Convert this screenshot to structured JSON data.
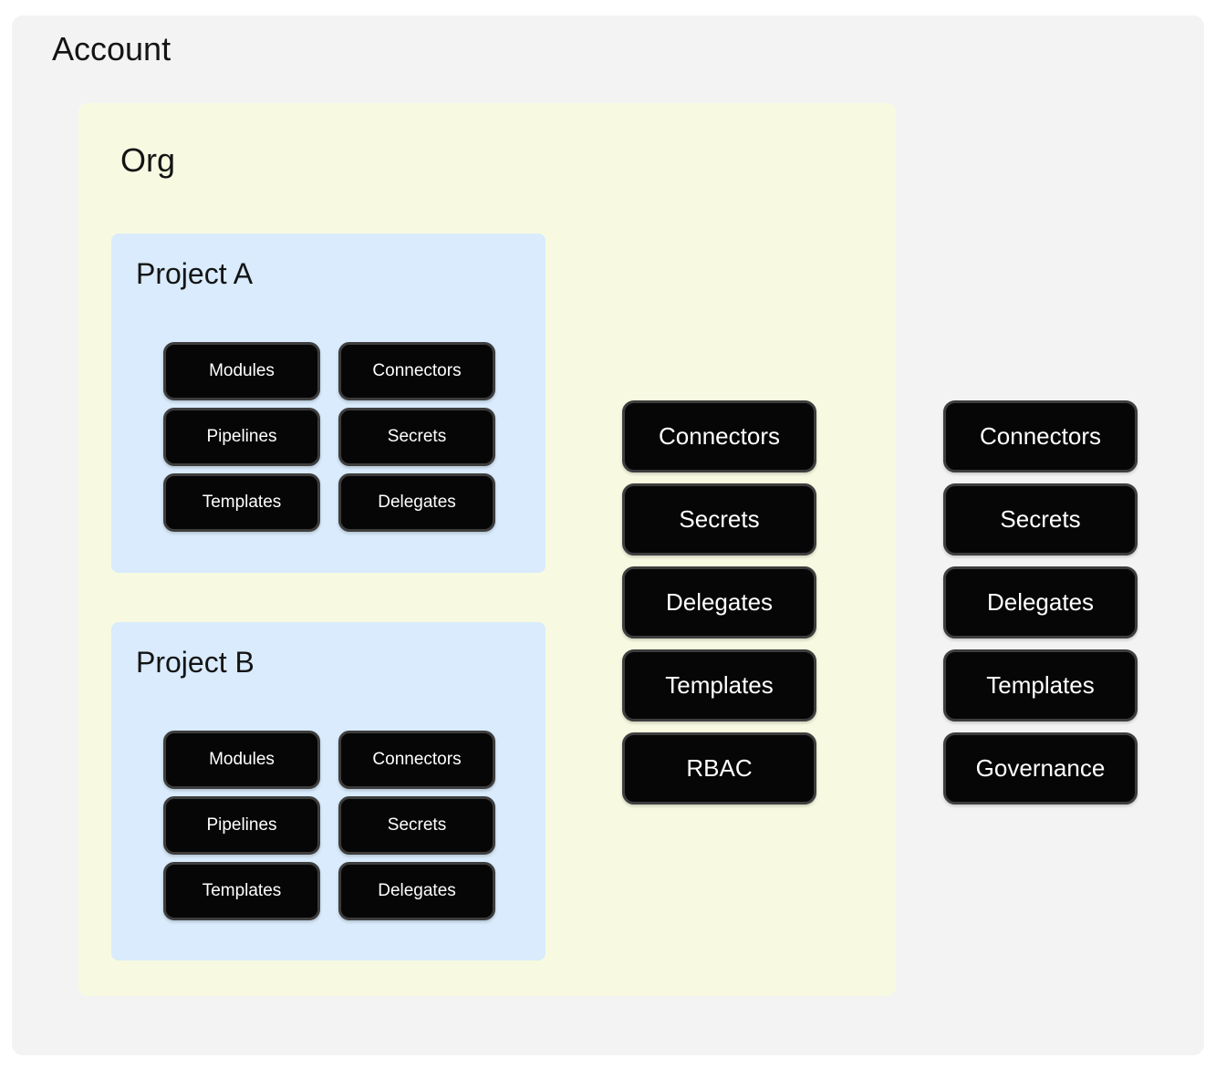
{
  "account": {
    "label": "Account",
    "resources": [
      "Connectors",
      "Secrets",
      "Delegates",
      "Templates",
      "Governance"
    ]
  },
  "org": {
    "label": "Org",
    "resources": [
      "Connectors",
      "Secrets",
      "Delegates",
      "Templates",
      "RBAC"
    ],
    "projects": [
      {
        "name": "Project A",
        "resources": [
          "Modules",
          "Connectors",
          "Pipelines",
          "Secrets",
          "Templates",
          "Delegates"
        ]
      },
      {
        "name": "Project B",
        "resources": [
          "Modules",
          "Connectors",
          "Pipelines",
          "Secrets",
          "Templates",
          "Delegates"
        ]
      }
    ]
  },
  "colors": {
    "account_bg": "#f3f3f4",
    "org_bg": "#f7fae1",
    "project_bg": "#d9ebfc",
    "pill_bg": "#060606",
    "pill_border": "#3d3d3d",
    "pill_text": "#ffffff",
    "title_color": "#141414"
  }
}
